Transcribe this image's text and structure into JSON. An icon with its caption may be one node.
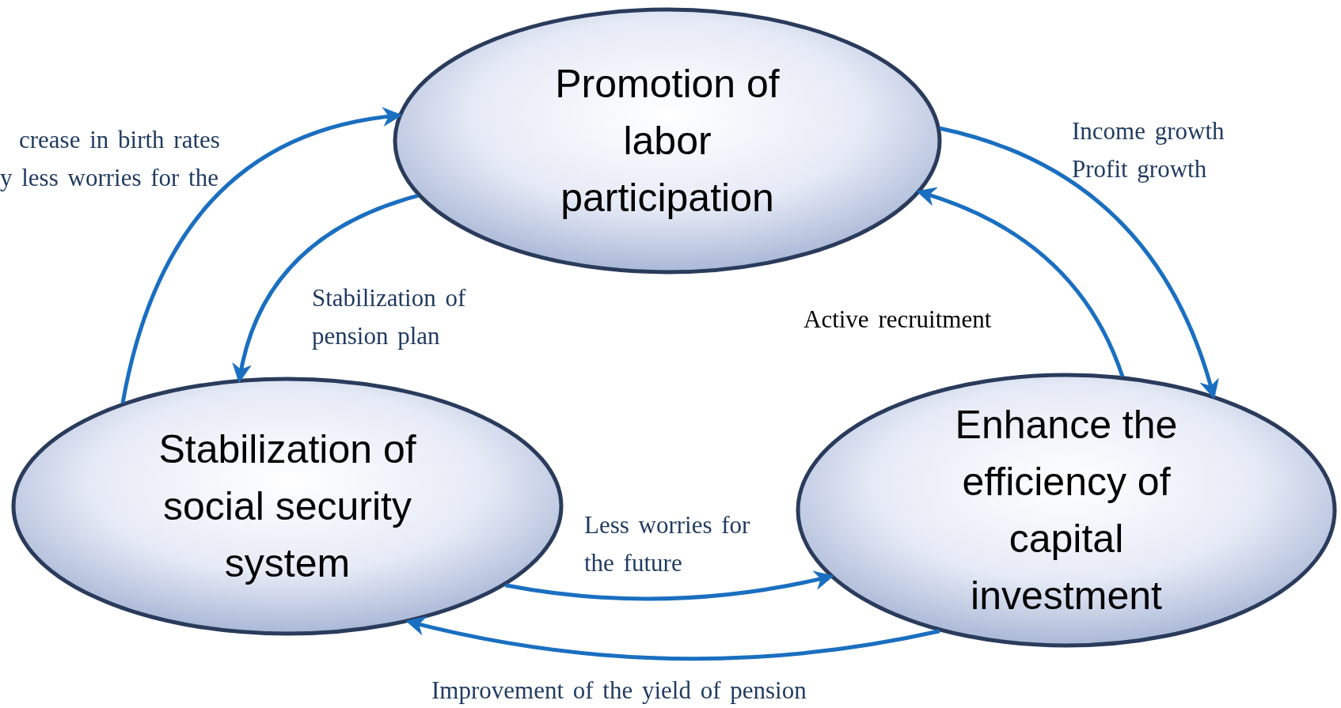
{
  "diagram": {
    "nodes": [
      {
        "text": [
          "Promotion of labor participation"
        ]
      },
      {
        "text": [
          "Stabilization of social security system"
        ]
      },
      {
        "text": [
          "Enhance the efficiency of capital investment"
        ]
      }
    ],
    "edges": [
      {
        "from": 0,
        "to": 1,
        "arrow": "to",
        "label": "Stabilization of pension plan"
      },
      {
        "from": 1,
        "to": 0,
        "arrow": "to",
        "label": "crease in birth rates y less worries for the"
      },
      {
        "from": 0,
        "to": 2,
        "arrow": "to",
        "label": "Income growth Profit growth"
      },
      {
        "from": 2,
        "to": 0,
        "arrow": "to",
        "label": "Active recruitment"
      },
      {
        "from": 1,
        "to": 2,
        "arrow": "to",
        "label": "Less worries for the future"
      },
      {
        "from": 2,
        "to": 1,
        "arrow": "to",
        "label": "Improvement of the yield of pension"
      }
    ]
  }
}
